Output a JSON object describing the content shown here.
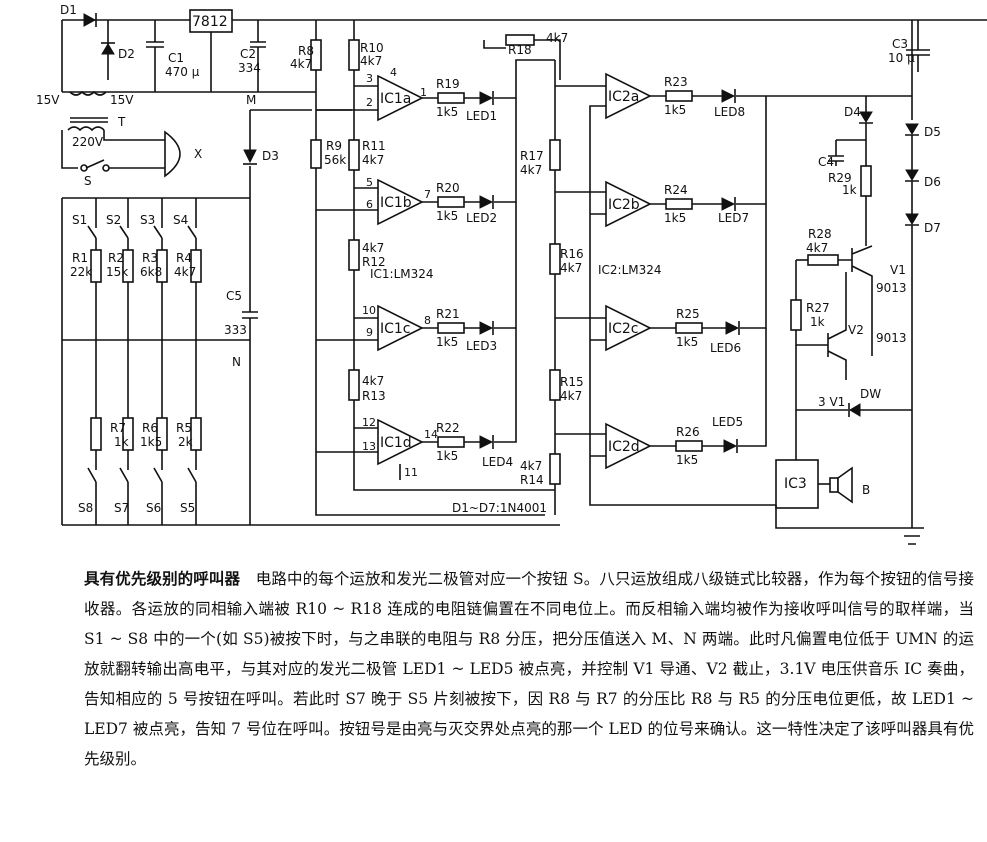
{
  "labels": {
    "D1": "D1",
    "D2": "D2",
    "reg": "7812",
    "C1": "C1",
    "C1v": "470 μ",
    "C2": "C2",
    "C2v": "334",
    "R8": "R8",
    "R8v": "4k7",
    "R10": "R10",
    "R10v": "4k7",
    "R18": "R18",
    "R18v": "4k7",
    "C3": "C3",
    "C3v": "10 μ",
    "v15a": "15V",
    "v15b": "15V",
    "T": "T",
    "v220": "220V",
    "X": "X",
    "S": "S",
    "M": "M",
    "D3": "D3",
    "N": "N",
    "C5": "C5",
    "C5v": "333",
    "S1": "S1",
    "S2": "S2",
    "S3": "S3",
    "S4": "S4",
    "S5": "S5",
    "S6": "S6",
    "S7": "S7",
    "S8": "S8",
    "R1": "R1",
    "R1v": "22k",
    "R2": "R2",
    "R2v": "15k",
    "R3": "R3",
    "R3v": "6k8",
    "R4": "R4",
    "R4v": "4k7",
    "R5": "R5",
    "R5v": "2k",
    "R6": "R6",
    "R6v": "1k5",
    "R7": "R7",
    "R7v": "1k",
    "R9": "R9",
    "R9v": "56k",
    "R11": "R11",
    "R11v": "4k7",
    "R12": "R12",
    "R12v": "4k7",
    "R13": "R13",
    "R13v": "4k7",
    "R14": "R14",
    "R14v": "4k7",
    "R15": "R15",
    "R15v": "4k7",
    "R16": "R16",
    "R16v": "4k7",
    "R17": "R17",
    "R17v": "4k7",
    "R19": "R19",
    "R20": "R20",
    "R21": "R21",
    "R22": "R22",
    "R23": "R23",
    "R24": "R24",
    "R25": "R25",
    "R26": "R26",
    "k15": "1k5",
    "IC1a": "IC1a",
    "IC1b": "IC1b",
    "IC1c": "IC1c",
    "IC1d": "IC1d",
    "IC2a": "IC2a",
    "IC2b": "IC2b",
    "IC2c": "IC2c",
    "IC2d": "IC2d",
    "IC1": "IC1:LM324",
    "IC2": "IC2:LM324",
    "LED1": "LED1",
    "LED2": "LED2",
    "LED3": "LED3",
    "LED4": "LED4",
    "LED5": "LED5",
    "LED6": "LED6",
    "LED7": "LED7",
    "LED8": "LED8",
    "D4": "D4",
    "D5": "D5",
    "D6": "D6",
    "D7": "D7",
    "C4": "C4",
    "R29": "R29",
    "R29v": "1k",
    "R28": "R28",
    "R28v": "4k7",
    "R27": "R27",
    "R27v": "1k",
    "V1": "V1",
    "V1v": "9013",
    "V2": "V2",
    "V2v": "9013",
    "v31": "3 V1",
    "DW": "DW",
    "IC3": "IC3",
    "B": "B",
    "Dnote": "D1~D7:1N4001",
    "p1": "1",
    "p2": "2",
    "p3": "3",
    "p4": "4",
    "p5": "5",
    "p6": "6",
    "p7": "7",
    "p8": "8",
    "p9": "9",
    "p10": "10",
    "p11": "11",
    "p12": "12",
    "p13": "13",
    "p14": "14"
  },
  "caption": {
    "title": "具有优先级别的呼叫器",
    "body": "　电路中的每个运放和发光二极管对应一个按钮 S。八只运放组成八级链式比较器，作为每个按钮的信号接收器。各运放的同相输入端被 R10 ~ R18 连成的电阻链偏置在不同电位上。而反相输入端均被作为接收呼叫信号的取样端，当 S1 ~ S8 中的一个(如 S5)被按下时，与之串联的电阻与 R8 分压，把分压值送入 M、N 两端。此时凡偏置电位低于 UMN 的运放就翻转输出高电平，与其对应的发光二极管 LED1 ~ LED5 被点亮，并控制 V1 导通、V2 截止，3.1V 电压供音乐 IC 奏曲，告知相应的 5 号按钮在呼叫。若此时 S7 晚于 S5 片刻被按下，因 R8 与 R7 的分压比 R8 与 R5 的分压电位更低，故 LED1 ~ LED7 被点亮，告知 7 号位在呼叫。按钮号是由亮与灭交界处点亮的那一个 LED 的位号来确认。这一特性决定了该呼叫器具有优先级别。"
  }
}
